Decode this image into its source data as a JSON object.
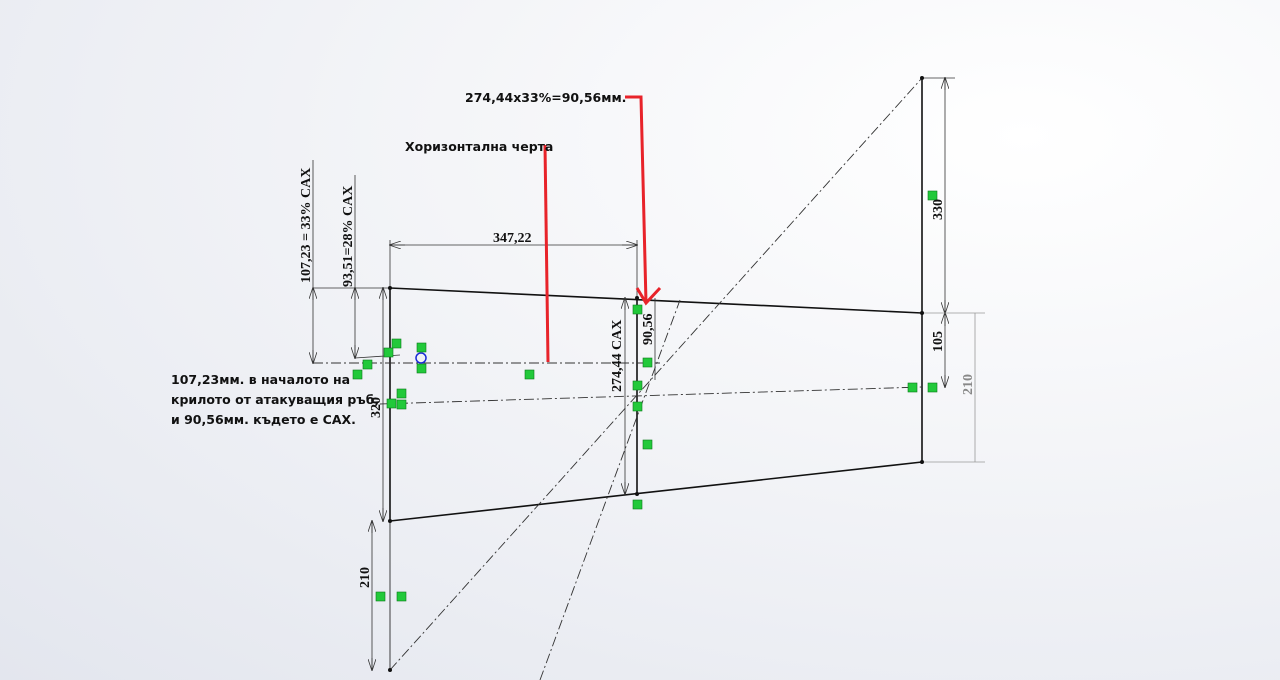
{
  "annotations": {
    "percent_calc": "274,44x33%=90,56мм.",
    "horizontal_line": "Хоризонтална черта",
    "note_lines": [
      "107,23мм. в началото на",
      "крилото от атакуващия ръб,",
      "и 90,56мм. където е САХ."
    ]
  },
  "dimensions": {
    "root_33": "107,23 = 33% CAX",
    "root_28": "93,51=28% CAX",
    "span_to_cax": "347,22",
    "root_chord": "320",
    "root_offset": "210",
    "cax_chord": "274,44  CAX",
    "cax_33": "90,56",
    "tip_height": "330",
    "tip_105": "105",
    "tip_210": "210"
  },
  "colors": {
    "annotation_arrow": "#e8232a",
    "relation_marker": "#22c93a",
    "geometry": "#111111"
  }
}
